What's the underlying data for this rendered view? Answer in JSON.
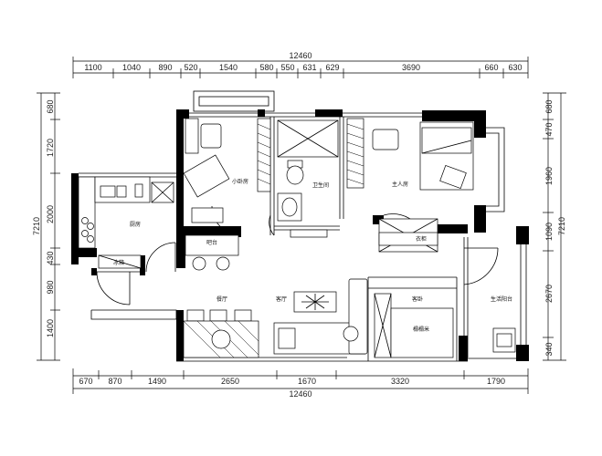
{
  "dimensions": {
    "total_top": "12460",
    "total_bottom": "12460",
    "top": [
      "1100",
      "1040",
      "890",
      "520",
      "1540",
      "580",
      "550",
      "631",
      "629",
      "3690",
      "660",
      "630"
    ],
    "bottom": [
      "670",
      "870",
      "1490",
      "2650",
      "1670",
      "3320",
      "1790"
    ],
    "left": [
      "680",
      "1720",
      "2000",
      "430",
      "980",
      "1400"
    ],
    "left_total": "7210",
    "right": [
      "680",
      "470",
      "1960",
      "1090",
      "2670",
      "340"
    ],
    "right_total": "7210"
  },
  "rooms": {
    "small_bedroom": "小卧房",
    "bathroom": "卫生间",
    "master_bedroom": "主人房",
    "kitchen": "厨房",
    "bar": "吧台",
    "fridge": "冰箱",
    "dining": "餐厅",
    "living": "客厅",
    "guest": "客卧",
    "tatami": "榻榻米",
    "utility_balcony": "生活阳台",
    "wardrobe": "衣柜"
  }
}
